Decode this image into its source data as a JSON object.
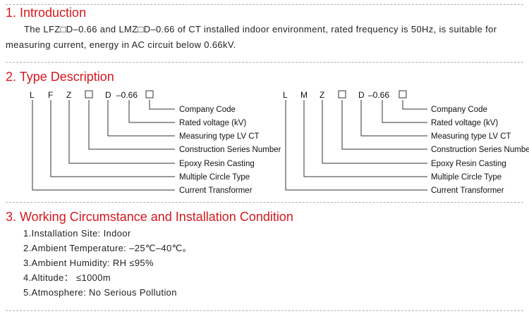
{
  "sections": {
    "intro": {
      "heading": "1. Introduction",
      "text": "The LFZ□D–0.66 and LMZ□D–0.66 of CT installed indoor environment, rated frequency is 50Hz, is suitable for measuring current, energy in AC circuit below 0.66kV."
    },
    "type_description": {
      "heading": "2. Type Description",
      "left_model": {
        "letters": [
          "L",
          "F",
          "Z",
          "□",
          "D",
          "–0.66",
          "□"
        ],
        "labels": [
          "Company Code",
          "Rated voltage (kV)",
          "Measuring type LV CT",
          "Construction Series Number",
          "Epoxy Resin Casting",
          "Multiple Circle Type",
          "Current Transformer"
        ]
      },
      "right_model": {
        "letters": [
          "L",
          "M",
          "Z",
          "□",
          "D",
          "–0.66",
          "□"
        ],
        "labels": [
          "Company Code",
          "Rated voltage (kV)",
          "Measuring type LV CT",
          "Construction Series Number",
          "Epoxy Resin Casting",
          "Multiple Circle Type",
          "Current Transformer"
        ]
      }
    },
    "conditions": {
      "heading": "3. Working Circumstance and Installation Condition",
      "items": [
        "1.Installation Site: Indoor",
        "2.Ambient Temperature: –25℃–40℃。",
        "3.Ambient Humidity: RH ≤95%",
        "4.Altitude： ≤1000m",
        "5.Atmosphere: No Serious Pollution"
      ]
    }
  },
  "colors": {
    "heading": "#d7191f",
    "separator": "#b0b0b0",
    "text": "#222222"
  }
}
